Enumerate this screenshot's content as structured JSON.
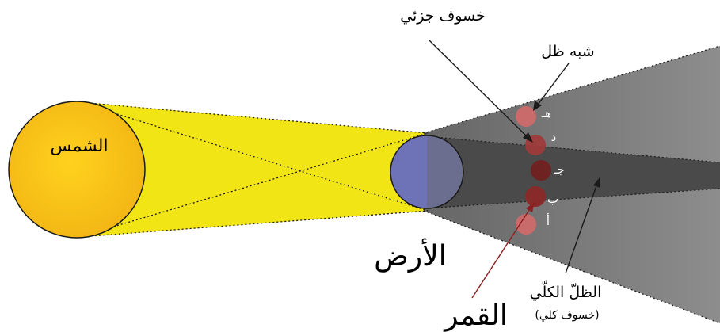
{
  "labels": {
    "sun": "الشمس",
    "earth": "الأرض",
    "moon": "القمر",
    "partial_eclipse": "خسوف جزئي",
    "penumbra": "شبه ظل",
    "umbra": "الظلّ الكلّي",
    "umbra_note": "(خسوف كلي)"
  },
  "moon_positions": [
    "هـ",
    "د",
    "جـ",
    "ب",
    "أ"
  ],
  "colors": {
    "sun": "#f6bf16",
    "sun_rays": "#f2e515",
    "earth": "#6e72b7",
    "penumbra": "#8c8c8c",
    "umbra": "#4a4a4a",
    "moon_light": "#d56a6a",
    "moon_dark": "#7a2525"
  }
}
